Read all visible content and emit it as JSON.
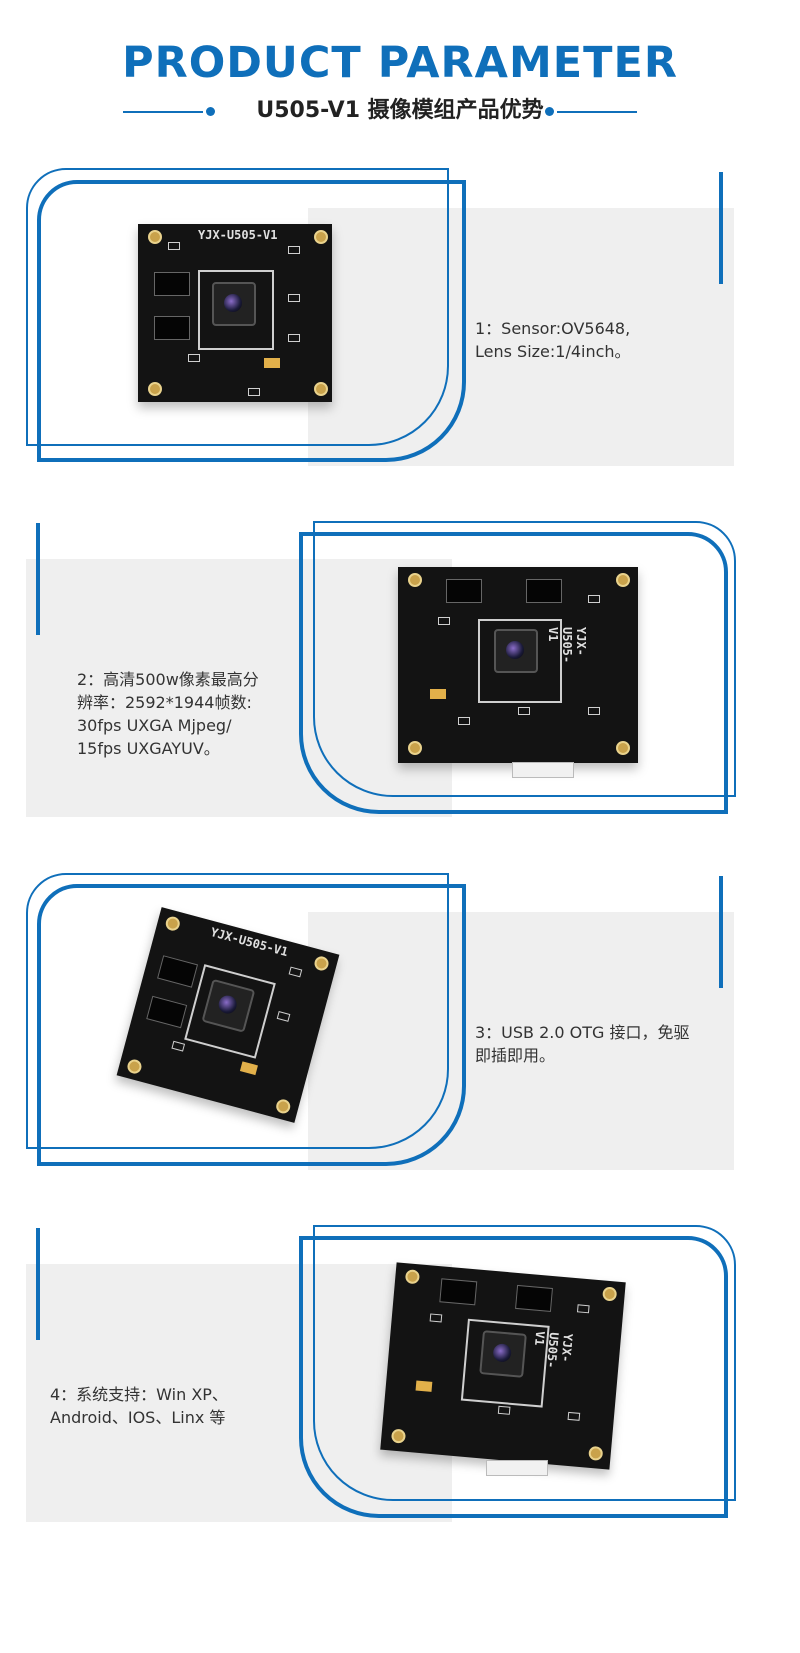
{
  "header": {
    "title": "PRODUCT PARAMETER",
    "subtitle": "U505-V1 摄像模组产品优势"
  },
  "sections": [
    {
      "lines": [
        "1：Sensor:OV5648,",
        "Lens Size:1/4inch。"
      ]
    },
    {
      "lines": [
        "2：高清500w像素最高分",
        "辨率：2592*1944帧数:",
        "30fps UXGA Mjpeg/",
        "15fps UXGAYUV。"
      ]
    },
    {
      "lines": [
        "3：USB 2.0 OTG 接口，免驱",
        "即插即用。"
      ]
    },
    {
      "lines": [
        "4：系统支持：Win XP、",
        "Android、IOS、Linx 等"
      ]
    }
  ],
  "module": {
    "silk_label": "YJX-U505-V1"
  },
  "colors": {
    "accent": "#0f6fba",
    "panel": "#efefef",
    "board": "#131313"
  }
}
